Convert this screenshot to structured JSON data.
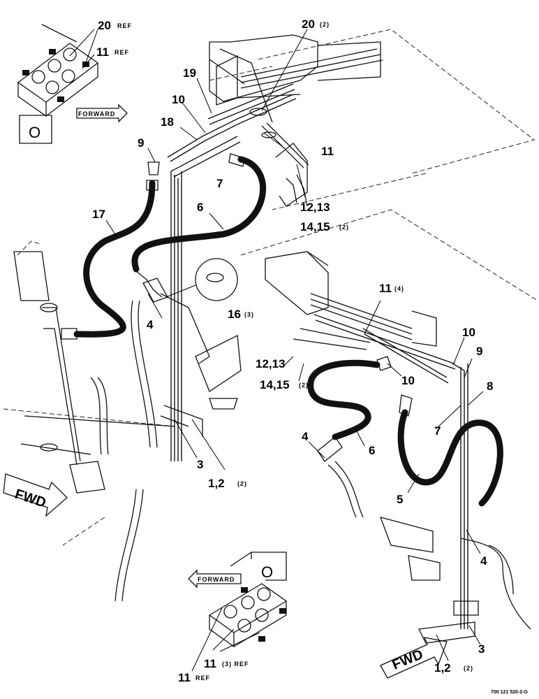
{
  "diagram": {
    "labels": {
      "tl_20_ref": "20",
      "tl_ref_a": "REF",
      "tl_11_ref": "11",
      "tl_ref_b": "REF",
      "tl_forward": "FORWARD",
      "tl_o": "O",
      "c20": "20",
      "c20_qty": "(2)",
      "c19": "19",
      "c10": "10",
      "c18": "18",
      "c9": "9",
      "c7": "7",
      "c11": "11",
      "c12_13": "12,13",
      "c14_15": "14,15",
      "c14_15_qty": "(2)",
      "c17": "17",
      "c6": "6",
      "c16": "16",
      "c16_qty": "(3)",
      "c4": "4",
      "c3": "3",
      "c1_2": "1,2",
      "c1_2_qty": "(2)",
      "fwd_left": "FWD",
      "r11": "11",
      "r11_qty": "(4)",
      "r10a": "10",
      "r9": "9",
      "r12_13": "12,13",
      "r14_15": "14,15",
      "r14_15_qty": "(2)",
      "r10b": "10",
      "r8": "8",
      "r7": "7",
      "r4a": "4",
      "r6": "6",
      "r5": "5",
      "r4b": "4",
      "r3": "3",
      "r1_2": "1,2",
      "r1_2_qty": "(2)",
      "fwd_right": "FWD",
      "bc_forward": "FORWARD",
      "bc_o": "O",
      "bc_11_ref": "11",
      "bc_ref_a": "REF",
      "bc_11": "11",
      "bc_11_qty": "(3) REF",
      "figure_id": "700 121 520-2-G"
    }
  }
}
